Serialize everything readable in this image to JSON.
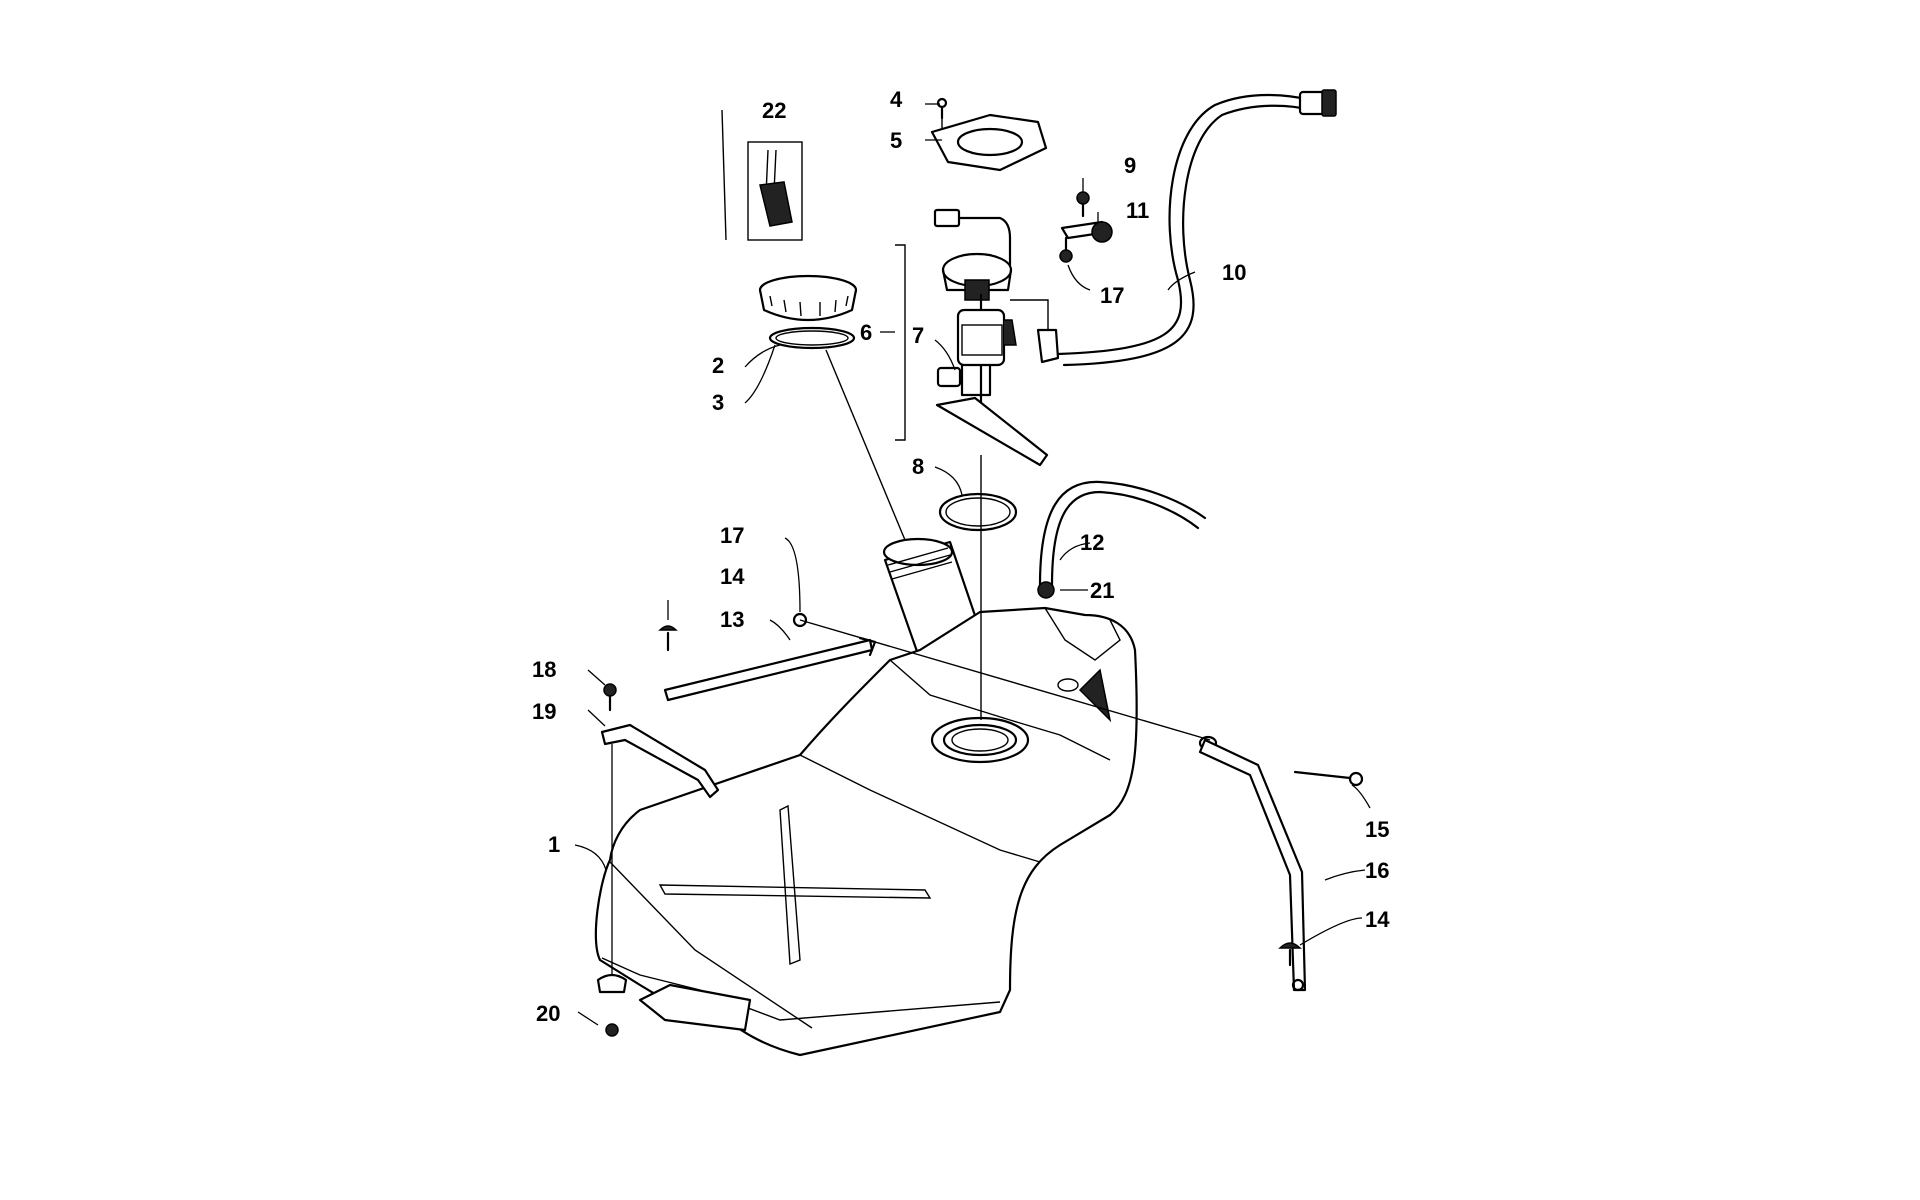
{
  "callouts": {
    "c1": "1",
    "c2": "2",
    "c3": "3",
    "c4": "4",
    "c5": "5",
    "c6": "6",
    "c7": "7",
    "c8": "8",
    "c9": "9",
    "c10": "10",
    "c11": "11",
    "c12": "12",
    "c13": "13",
    "c14a": "14",
    "c14b": "14",
    "c15": "15",
    "c16": "16",
    "c17a": "17",
    "c17b": "17",
    "c18": "18",
    "c19": "19",
    "c20": "20",
    "c21": "21",
    "c22": "22"
  },
  "colors": {
    "line": "#000000",
    "background": "#ffffff"
  }
}
